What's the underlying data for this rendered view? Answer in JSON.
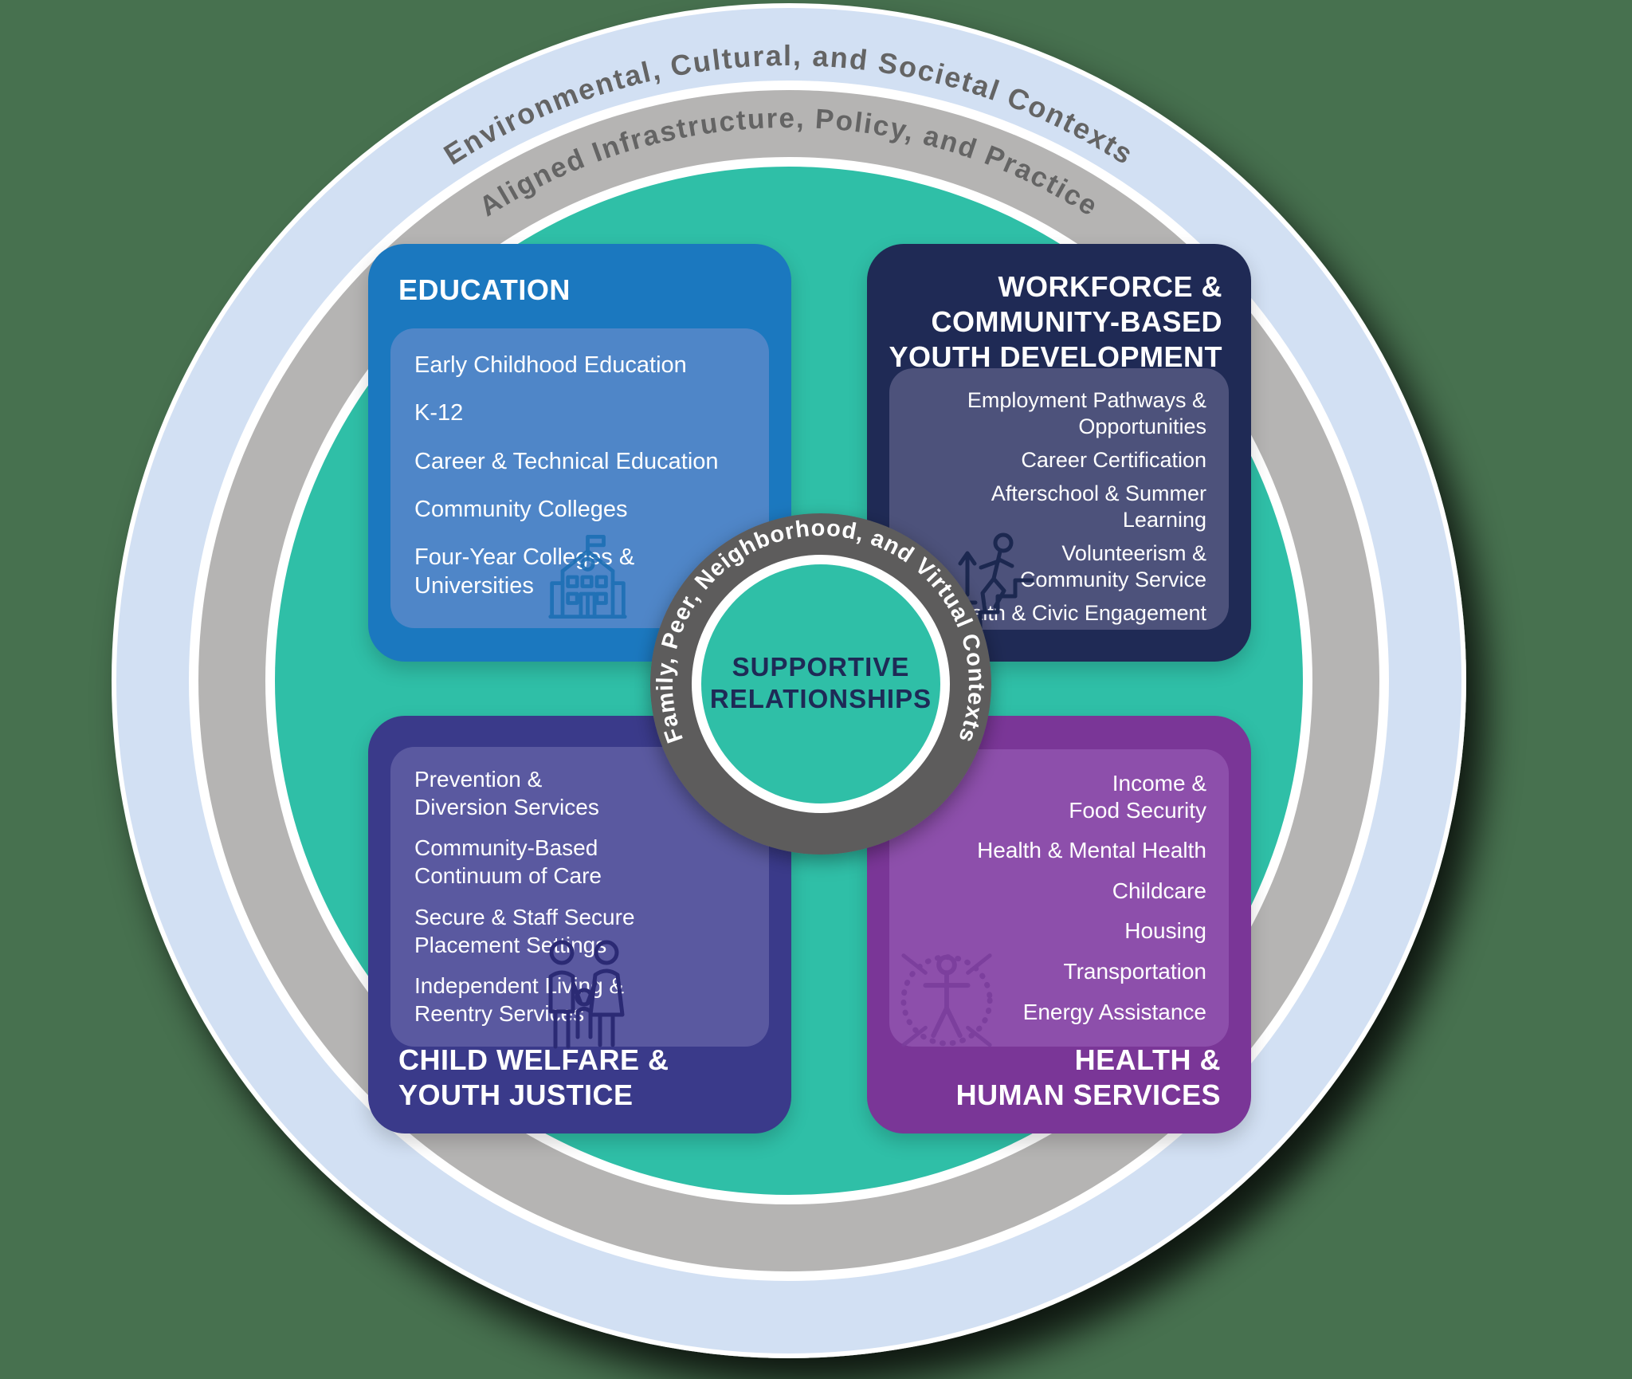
{
  "rings": {
    "outer_label": "Environmental, Cultural, and Societal Contexts",
    "infra_label": "Aligned Infrastructure, Policy, and Practice"
  },
  "center": {
    "ring_label": "Family, Peer, Neighborhood, and Virtual Contexts",
    "title_line1": "SUPPORTIVE",
    "title_line2": "RELATIONSHIPS"
  },
  "sections": {
    "education": {
      "title": "EDUCATION",
      "icon": "school-building-icon",
      "items": [
        "Early Childhood Education",
        "K-12",
        "Career & Technical Education",
        "Community Colleges",
        "Four-Year Colleges &\nUniversities"
      ]
    },
    "workforce": {
      "title": "WORKFORCE &\nCOMMUNITY-BASED\nYOUTH DEVELOPMENT",
      "icon": "person-climbing-stairs-icon",
      "items": [
        "Employment Pathways &\nOpportunities",
        "Career Certification",
        "Afterschool & Summer Learning",
        "Volunteerism &\nCommunity Service",
        "Faith & Civic Engagement"
      ]
    },
    "child_welfare": {
      "title": "CHILD WELFARE &\nYOUTH JUSTICE",
      "icon": "family-icon",
      "items": [
        "Prevention &\nDiversion Services",
        "Community-Based\nContinuum of Care",
        "Secure & Staff Secure\nPlacement Settings",
        "Independent Living &\nReentry Services"
      ]
    },
    "health": {
      "title": "HEALTH &\nHUMAN SERVICES",
      "icon": "person-in-circle-icon",
      "items": [
        "Income &\nFood Security",
        "Health & Mental Health",
        "Childcare",
        "Housing",
        "Transportation",
        "Energy Assistance"
      ]
    }
  },
  "colors": {
    "background": "#47714f",
    "outer_ring": "#d2e0f3",
    "infra_ring": "#b5b4b3",
    "teal_field": "#2fbfa7",
    "education_box": "#1b78bf",
    "education_panel": "#4f86c8",
    "workforce_box": "#1f2a55",
    "workforce_panel": "#4d527b",
    "child_welfare_box": "#3a3a8a",
    "child_welfare_panel": "#5a59a0",
    "health_box": "#7a3697",
    "health_panel": "#8d4fab",
    "center_ring": "#5d5c5c",
    "center_circle": "#2fbfa7",
    "ring_label_text": "#646464",
    "center_title_text": "#1e2a56"
  }
}
